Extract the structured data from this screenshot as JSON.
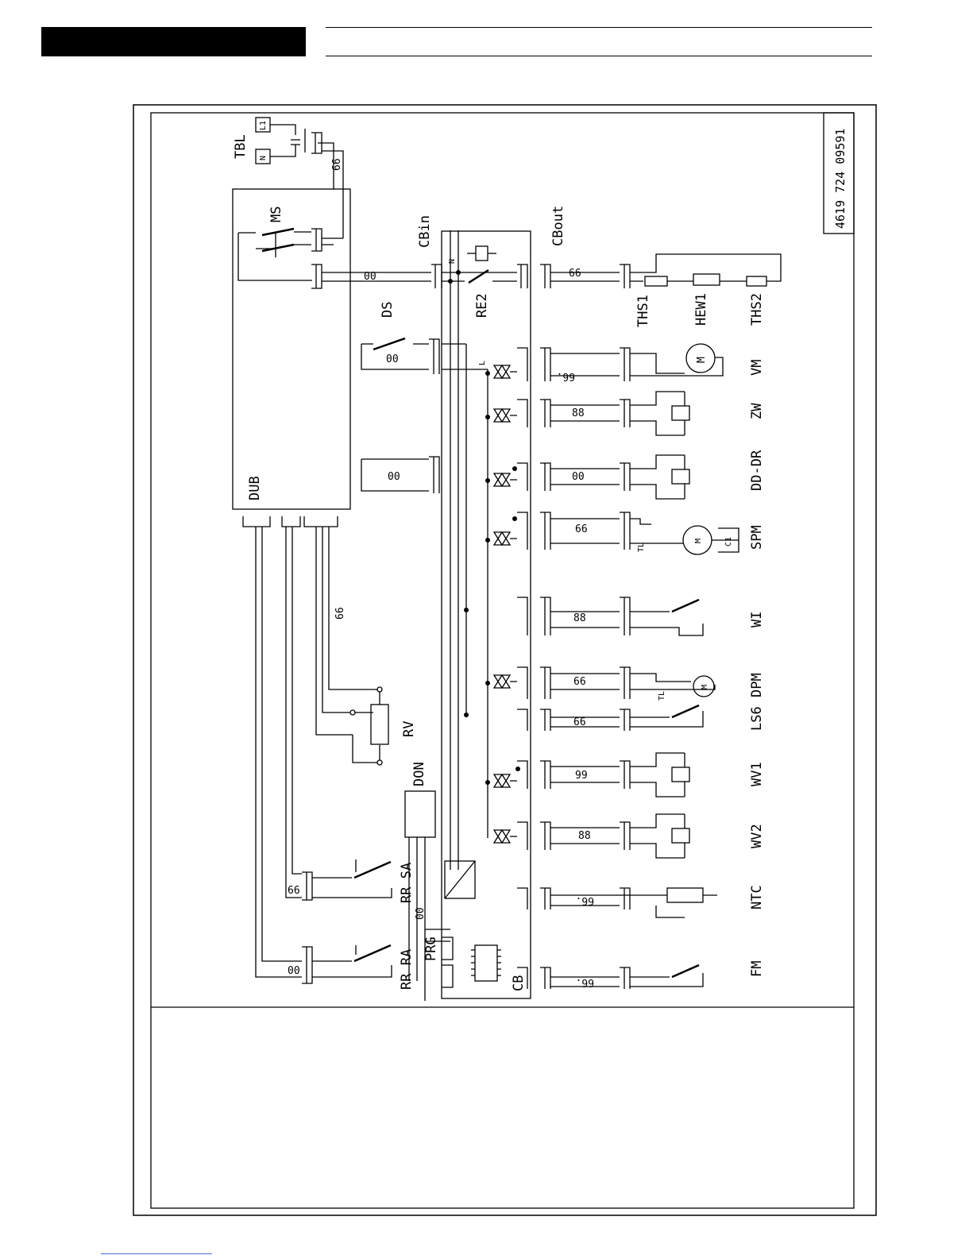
{
  "document_number": "4619 724 09591",
  "components": {
    "tbl": "TBL",
    "tbl_l1": "L1",
    "tbl_n": "N",
    "ms": "MS",
    "dub": "DUB",
    "ds": "DS",
    "cbin": "CBin",
    "cbout": "CBout",
    "re2": "RE2",
    "cb": "CB",
    "prg": "PRG",
    "don": "DON",
    "rv": "RV",
    "rr_sa": "RR SA",
    "rr_ra": "RR RA",
    "thsi": "THS1",
    "hewi": "HEW1",
    "ths2": "THS2",
    "vm": "VM",
    "zw": "ZW",
    "dd_dr": "DD-DR",
    "spm": "SPM",
    "wi": "WI",
    "dpm": "DPM",
    "ls6": "LS6",
    "wv1": "WV1",
    "wv2": "WV2",
    "ntc": "NTC",
    "fm": "FM"
  },
  "wire_codes": {
    "tbl_to_ms": "66",
    "dub_to_cbin": "00",
    "ds": "00",
    "dub_cb_8": "00",
    "cbout_heater": "66",
    "vm": "66.",
    "zw": "88",
    "dd_dr": "00",
    "spm": "66",
    "wi": "88",
    "dpm": "66",
    "ls6": "66",
    "wv1": "99",
    "wv2": "88",
    "ntc": "66.",
    "fm": "66.",
    "dub_rv": "66",
    "sa": "66",
    "ra": "00",
    "don_prg": "00"
  },
  "small_labels": {
    "m": "M",
    "tl": "TL",
    "c1": "C1",
    "n": "N",
    "l": "L"
  }
}
